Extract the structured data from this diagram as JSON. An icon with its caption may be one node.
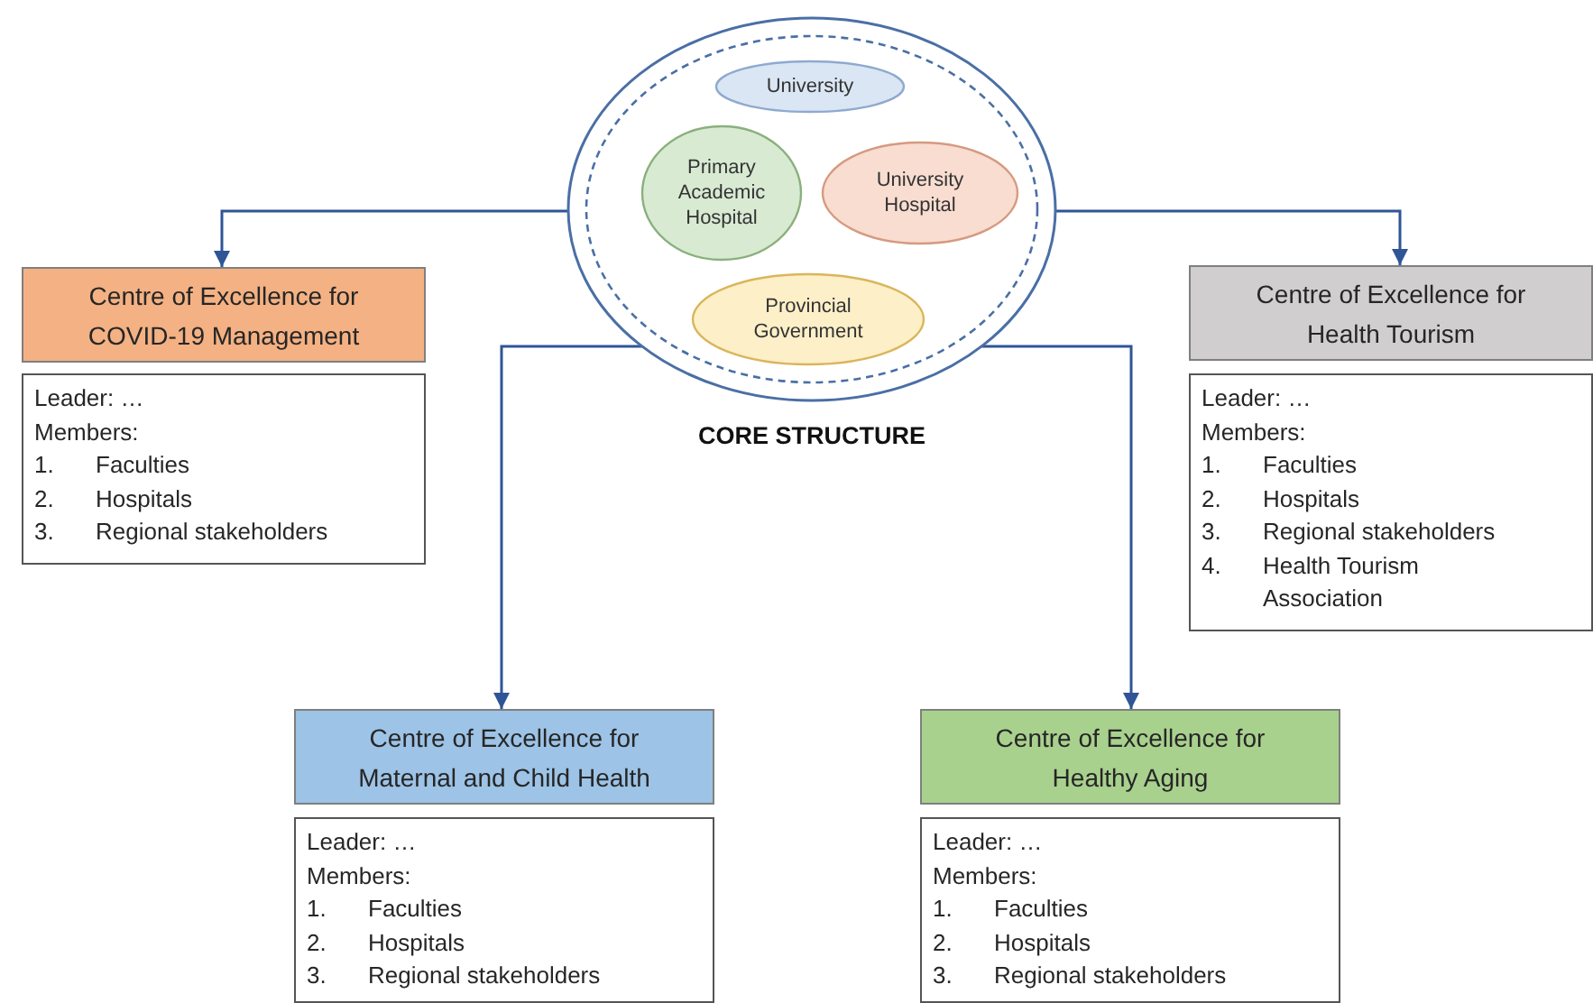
{
  "diagram": {
    "nodes": [
      {
        "text": [
          "CORE STRUCTURE"
        ]
      },
      {
        "text": [
          "University"
        ],
        "in": 0
      },
      {
        "text": [
          "Primary Academic Hospital"
        ],
        "in": 0
      },
      {
        "text": [
          "University Hospital"
        ],
        "in": 0
      },
      {
        "text": [
          "Provincial Government"
        ],
        "in": 0
      },
      {
        "text": [
          "Centre of Excellence for COVID-19 Management"
        ]
      },
      {
        "text": [
          "Leader: …",
          "Members:",
          "1.",
          "Faculties",
          "2.",
          "Hospitals",
          "3.",
          "Regional stakeholders"
        ]
      },
      {
        "text": [
          "Centre of Excellence for Health Tourism"
        ]
      },
      {
        "text": [
          "Leader: …",
          "Members:",
          "1.",
          "Faculties",
          "2.",
          "Hospitals",
          "3.",
          "Regional stakeholders",
          "4.",
          "Health Tourism Association"
        ]
      },
      {
        "text": [
          "Centre of Excellence for Maternal and Child Health"
        ]
      },
      {
        "text": [
          "Leader: …",
          "Members:",
          "1.",
          "Faculties",
          "2.",
          "Hospitals",
          "3.",
          "Regional stakeholders"
        ]
      },
      {
        "text": [
          "Centre of Excellence for Healthy Aging"
        ]
      },
      {
        "text": [
          "Leader: …",
          "Members:",
          "1.",
          "Faculties",
          "2.",
          "Hospitals",
          "3.",
          "Regional stakeholders"
        ]
      }
    ],
    "edges": [
      {
        "from": 0,
        "to": 5,
        "arrow": "to"
      },
      {
        "from": 0,
        "to": 7,
        "arrow": "to"
      },
      {
        "from": 0,
        "to": 9,
        "arrow": "to"
      },
      {
        "from": 0,
        "to": 11,
        "arrow": "to"
      }
    ]
  }
}
